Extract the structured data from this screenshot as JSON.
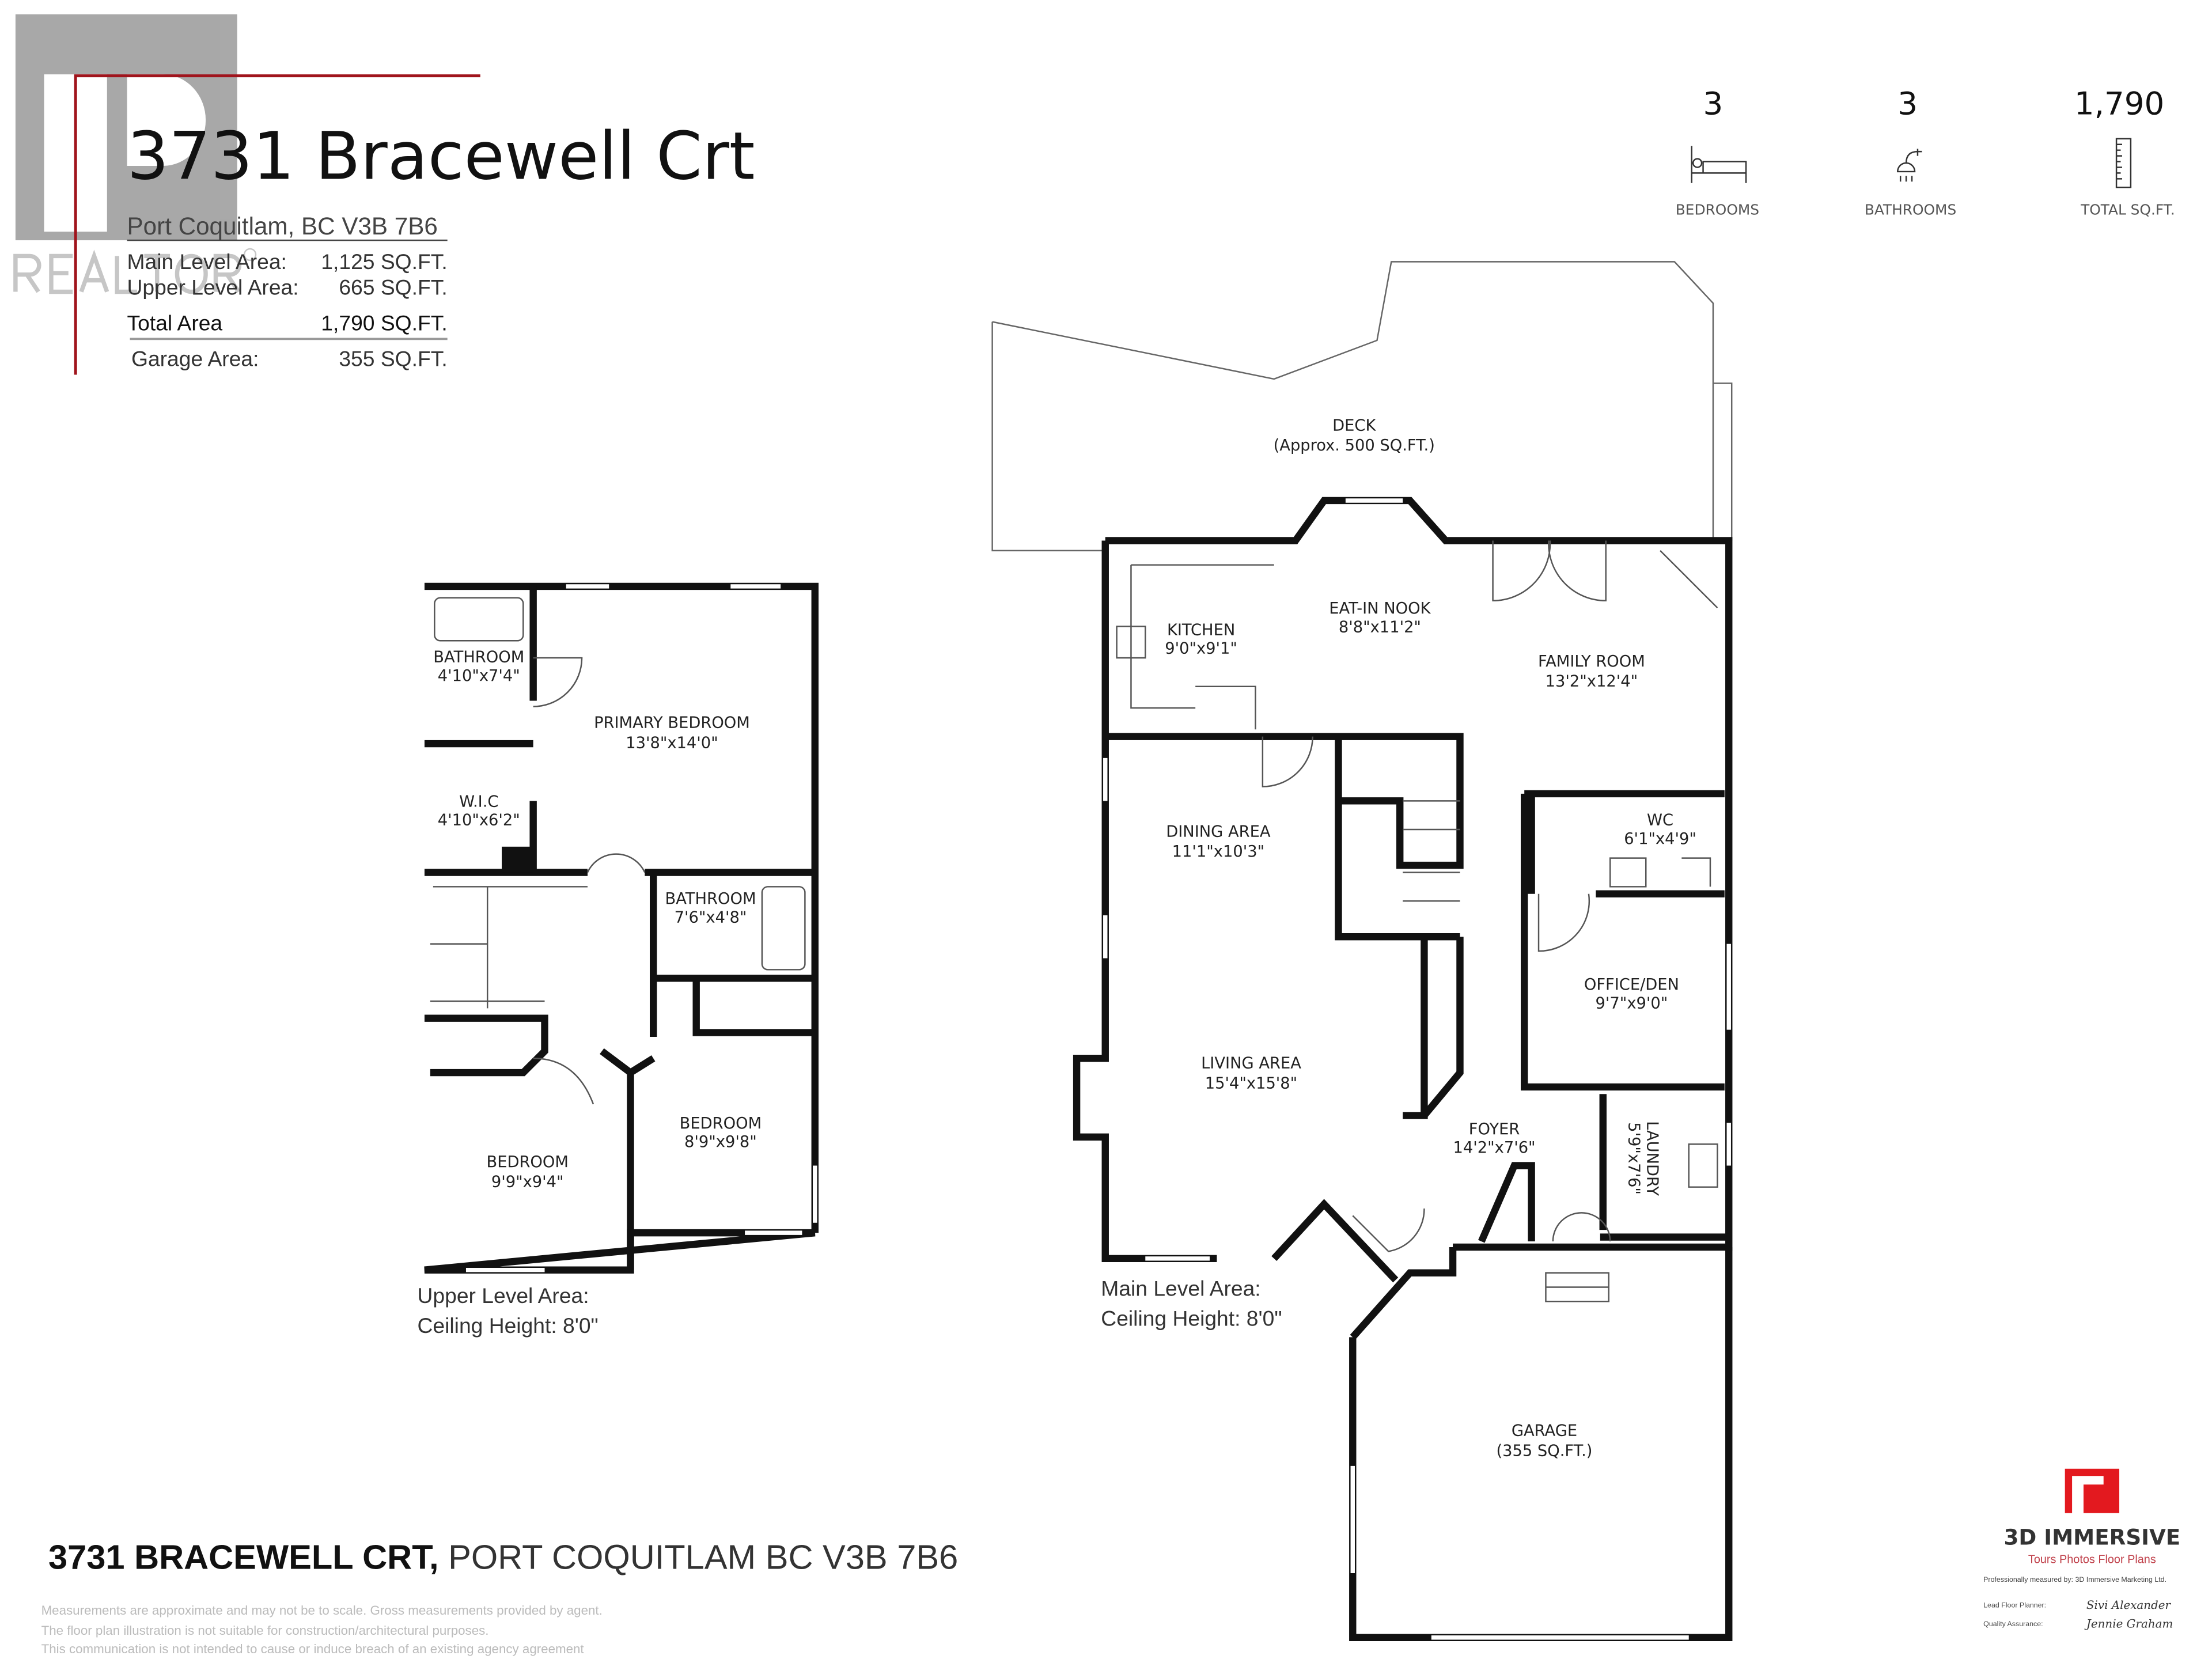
{
  "header": {
    "title": "3731 Bracewell Crt",
    "subtitle": "Port Coquitlam, BC V3B 7B6",
    "watermark": "REALTOR®",
    "areas": [
      {
        "label": "Main Level Area:",
        "value": "1,125 SQ.FT."
      },
      {
        "label": "Upper Level Area:",
        "value": "665 SQ.FT."
      },
      {
        "label": "Total Area",
        "value": "1,790 SQ.FT."
      },
      {
        "label": "Garage Area:",
        "value": "355 SQ.FT."
      }
    ]
  },
  "stats": [
    {
      "value": "3",
      "label": "BEDROOMS",
      "icon": "bed-icon"
    },
    {
      "value": "3",
      "label": "BATHROOMS",
      "icon": "shower-icon"
    },
    {
      "value": "1,790",
      "label": "TOTAL SQ.FT.",
      "icon": "ruler-icon"
    }
  ],
  "upper": {
    "rooms": [
      {
        "name": "BATHROOM",
        "dims": "4'10\"x7'4\""
      },
      {
        "name": "PRIMARY BEDROOM",
        "dims": "13'8\"x14'0\""
      },
      {
        "name": "W.I.C",
        "dims": "4'10\"x6'2\""
      },
      {
        "name": "BATHROOM",
        "dims": "7'6\"x4'8\""
      },
      {
        "name": "BEDROOM",
        "dims": "8'9\"x9'8\""
      },
      {
        "name": "BEDROOM",
        "dims": "9'9\"x9'4\""
      }
    ],
    "note1": "Upper Level Area:",
    "note2": "Ceiling Height: 8'0\""
  },
  "main": {
    "rooms": [
      {
        "name": "DECK",
        "dims": "(Approx. 500 SQ.FT.)"
      },
      {
        "name": "KITCHEN",
        "dims": "9'0\"x9'1\""
      },
      {
        "name": "EAT-IN NOOK",
        "dims": "8'8\"x11'2\""
      },
      {
        "name": "FAMILY ROOM",
        "dims": "13'2\"x12'4\""
      },
      {
        "name": "DINING AREA",
        "dims": "11'1\"x10'3\""
      },
      {
        "name": "WC",
        "dims": "6'1\"x4'9\""
      },
      {
        "name": "OFFICE/DEN",
        "dims": "9'7\"x9'0\""
      },
      {
        "name": "LIVING AREA",
        "dims": "15'4\"x15'8\""
      },
      {
        "name": "FOYER",
        "dims": "14'2\"x7'6\""
      },
      {
        "name": "LAUNDRY",
        "dims": "5'9\"x7'6\""
      },
      {
        "name": "GARAGE",
        "dims": "(355 SQ.FT.)"
      }
    ],
    "note1": "Main Level Area:",
    "note2": "Ceiling Height: 8'0\""
  },
  "footer": {
    "address_bold": "3731 BRACEWELL CRT,",
    "address_rest": " PORT COQUITLAM BC V3B 7B6",
    "disclaimer": [
      "Measurements are approximate and may not be to scale. Gross measurements provided by agent.",
      "The floor plan illustration is not suitable for construction/architectural purposes.",
      "This communication is not intended to cause or induce breach of an existing agency agreement"
    ]
  },
  "brand": {
    "name": "3D IMMERSIVE",
    "tagline": "Tours  Photos  Floor Plans",
    "measured_by": "Professionally measured by: 3D Immersive Marketing Ltd.",
    "lead_label": "Lead Floor Planner:",
    "lead_signature": "Sivi Alexander",
    "qa_label": "Quality Assurance:",
    "qa_signature": "Jennie Graham",
    "color": "#e3191f"
  },
  "colors": {
    "accent_line": "#a0141c",
    "watermark": "#9a9a9a"
  }
}
